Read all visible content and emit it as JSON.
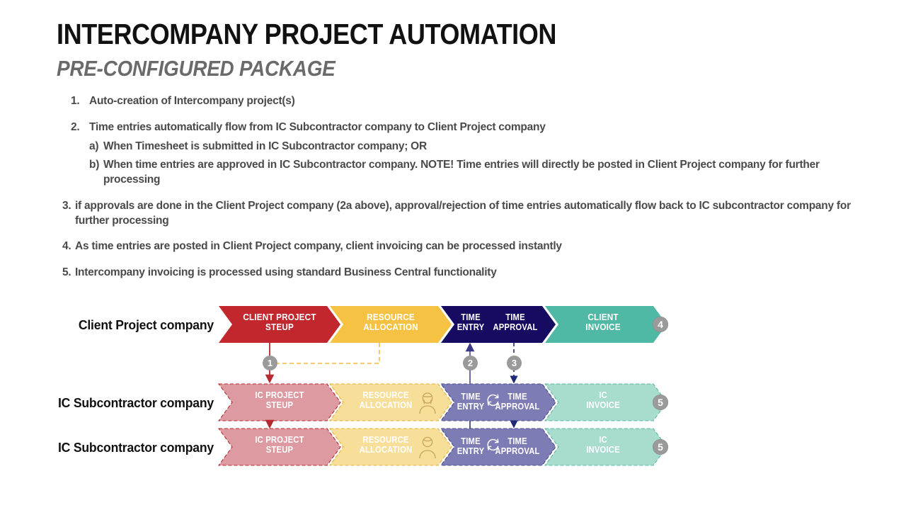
{
  "slide": {
    "title": "INTERCOMPANY PROJECT AUTOMATION",
    "subtitle": "PRE-CONFIGURED PACKAGE"
  },
  "bullets": [
    {
      "num": "1.",
      "text": "Auto-creation of Intercompany project(s)",
      "level": 1
    },
    {
      "num": "2.",
      "text": "Time entries automatically flow from IC Subcontractor company to Client Project company",
      "level": 1
    },
    {
      "num": "a)",
      "text": "When Timesheet is submitted in IC Subcontractor company; OR",
      "level": 2
    },
    {
      "num": "b)",
      "text": "When time entries are approved in IC Subcontractor company. NOTE! Time entries will directly be posted in Client Project company for further processing",
      "level": 2
    },
    {
      "num": "3.",
      "text": "if approvals are done in the Client Project company (2a above),  approval/rejection of time entries automatically flow back to IC subcontractor company for further processing",
      "level": 3
    },
    {
      "num": "4.",
      "text": "As time entries are posted in Client Project company, client invoicing can be processed instantly",
      "level": 3
    },
    {
      "num": "5.",
      "text": "Intercompany invoicing is processed using standard Business Central functionality",
      "level": 3
    }
  ],
  "diagram": {
    "rows": [
      {
        "label": "Client Project company",
        "end_badge": "4",
        "stages": [
          {
            "id": "client-project-setup",
            "text": "CLIENT PROJECT\nSTEUP",
            "color": "#C1272D",
            "style": "solid"
          },
          {
            "id": "resource-allocation",
            "text": "RESOURCE\nALLOCATION",
            "color": "#F6C243",
            "style": "solid"
          },
          {
            "id": "time-entry",
            "text": "TIME\nENTRY",
            "color": "#150B60",
            "style": "solid"
          },
          {
            "id": "time-approval",
            "text": "TIME\nAPPROVAL",
            "color": "#150B60",
            "style": "solid"
          },
          {
            "id": "client-invoice",
            "text": "CLIENT\nINVOICE",
            "color": "#4FB9A5",
            "style": "solid"
          }
        ]
      },
      {
        "label": "IC Subcontractor company",
        "end_badge": "5",
        "person_icon": "person-female-icon",
        "refresh_icon": "refresh-icon",
        "stages": [
          {
            "id": "ic-project-setup",
            "text": "IC PROJECT\nSTEUP",
            "color": "#DD9AA0",
            "style": "dashed"
          },
          {
            "id": "resource-allocation",
            "text": "RESOURCE\nALLOCATION",
            "color": "#F7DF9A",
            "style": "dashed"
          },
          {
            "id": "time-entry",
            "text": "TIME\nENTRY",
            "color": "#7D7CB5",
            "style": "dashed"
          },
          {
            "id": "time-approval",
            "text": "TIME\nAPPROVAL",
            "color": "#7D7CB5",
            "style": "dashed"
          },
          {
            "id": "ic-invoice",
            "text": "IC\nINVOICE",
            "color": "#A7DCCE",
            "style": "dashed"
          }
        ]
      },
      {
        "label": "IC Subcontractor company",
        "end_badge": "5",
        "person_icon": "person-male-icon",
        "refresh_icon": "refresh-icon",
        "stages": [
          {
            "id": "ic-project-setup",
            "text": "IC PROJECT\nSTEUP",
            "color": "#DD9AA0",
            "style": "dashed"
          },
          {
            "id": "resource-allocation",
            "text": "RESOURCE\nALLOCATION",
            "color": "#F7DF9A",
            "style": "dashed"
          },
          {
            "id": "time-entry",
            "text": "TIME\nENTRY",
            "color": "#7D7CB5",
            "style": "dashed"
          },
          {
            "id": "time-approval",
            "text": "TIME\nAPPROVAL",
            "color": "#7D7CB5",
            "style": "dashed"
          },
          {
            "id": "ic-invoice",
            "text": "IC\nINVOICE",
            "color": "#A7DCCE",
            "style": "dashed"
          }
        ]
      }
    ],
    "connectors": [
      {
        "id": "conn-1",
        "badge": "1",
        "color": "#B5292F",
        "note": "project setup flows down"
      },
      {
        "id": "conn-2",
        "badge": "2",
        "color": "#5C5CA0",
        "note": "time entries flow up"
      },
      {
        "id": "conn-3",
        "badge": "3",
        "color": "#1F2A75",
        "note": "approval flows down"
      }
    ]
  },
  "colors": {
    "red": "#C1272D",
    "gold": "#F6C243",
    "navy": "#150B60",
    "teal": "#4FB9A5",
    "red_light": "#DD9AA0",
    "gold_light": "#F7DF9A",
    "purple_light": "#7D7CB5",
    "teal_light": "#A7DCCE",
    "badge_gray": "#9a9a9a"
  }
}
